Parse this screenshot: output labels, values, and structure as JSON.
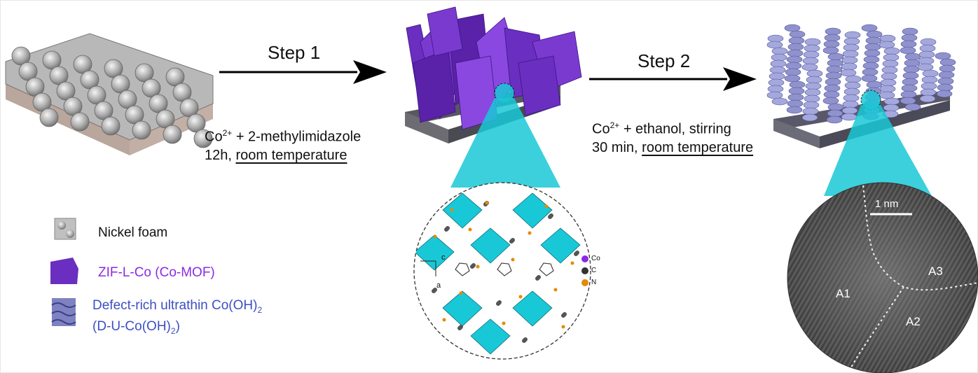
{
  "steps": {
    "step1": "Step 1",
    "step2": "Step 2"
  },
  "conditions": {
    "step1_line1_a": "Co",
    "step1_line1_sup": "2+",
    "step1_line1_b": " + 2-methylimidazole",
    "step1_line2_a": "12h, ",
    "step1_line2_u": "room temperature",
    "step2_line1_a": "Co",
    "step2_line1_sup": "2+",
    "step2_line1_b": " + ethanol, stirring",
    "step2_line2_a": "30 min, ",
    "step2_line2_u": "room temperature"
  },
  "legend": {
    "nickel_foam": "Nickel foam",
    "zif": "ZIF-L-Co (Co-MOF)",
    "defect_line1_a": "Defect-rich ultrathin Co(OH)",
    "defect_line1_sub": "2",
    "defect_line2_a": "(D-U-Co(OH)",
    "defect_line2_sub": "2",
    "defect_line2_b": ")"
  },
  "crystal": {
    "axis_c": "c",
    "axis_a": "a",
    "key_co": "Co",
    "key_c": "C",
    "key_n": "N"
  },
  "tem": {
    "scale": "1 nm",
    "regions": [
      "A1",
      "A2",
      "A3"
    ]
  },
  "colors": {
    "mof_purple": "#6a2ec0",
    "cyan": "#19c8d6",
    "cooh_lavender": "#9a9cd0",
    "nickel_gray": "#8c8c8c",
    "purple_text": "#8a2be2",
    "blue_text": "#3b4fc2"
  }
}
